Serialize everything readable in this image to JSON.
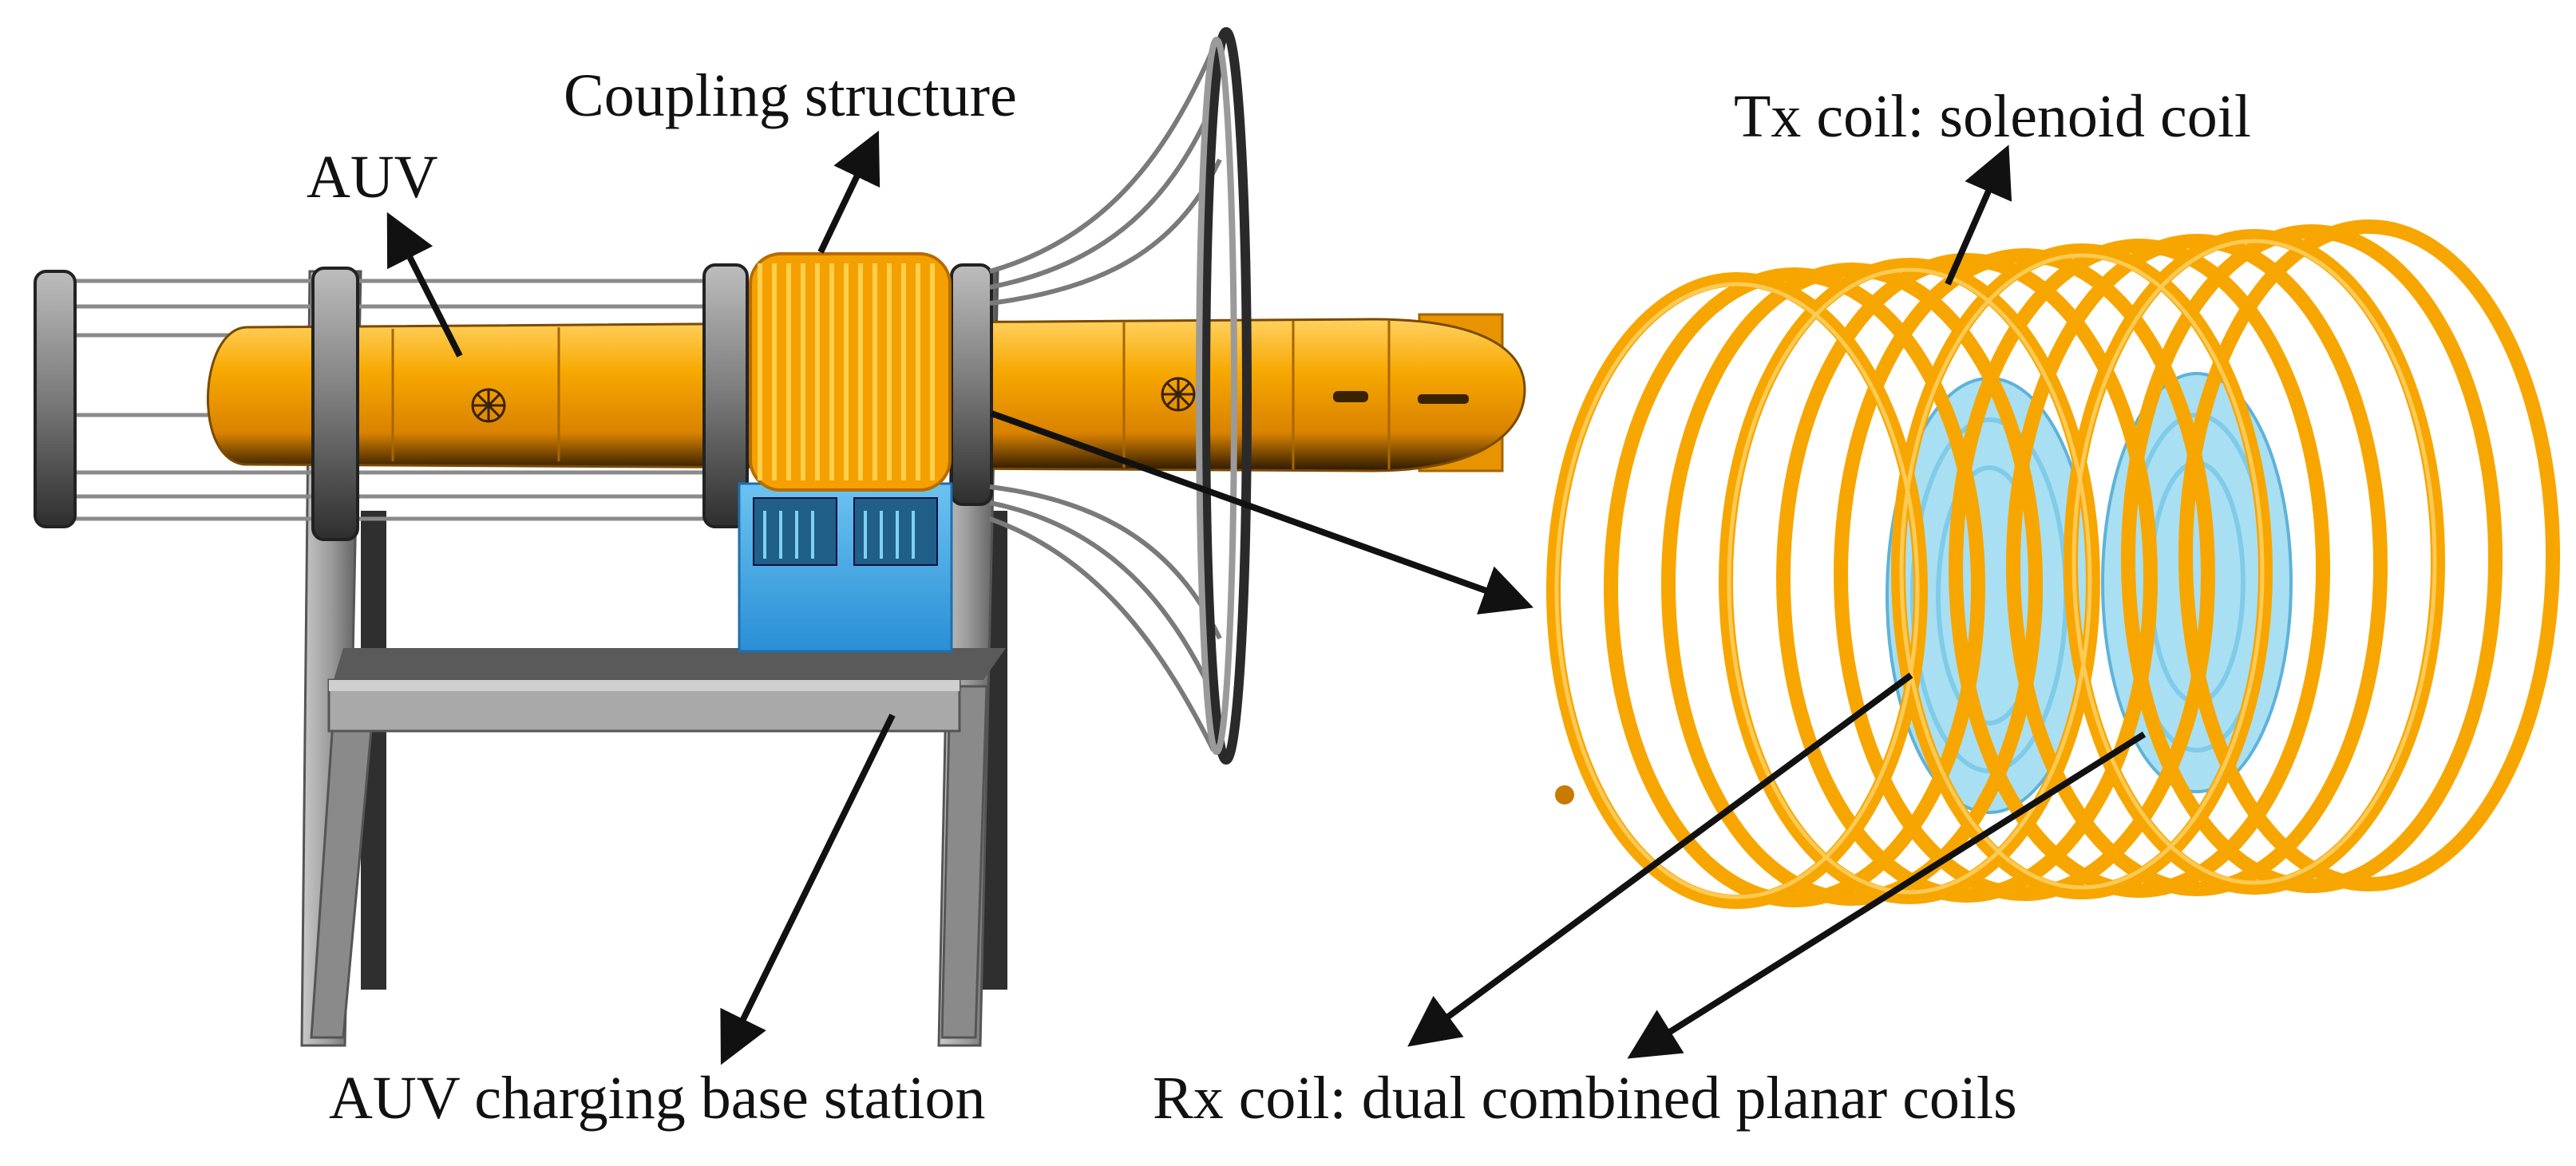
{
  "labels": {
    "coupling_structure": "Coupling structure",
    "auv": "AUV",
    "tx_coil": "Tx coil: solenoid  coil",
    "base_station": "AUV charging base station",
    "rx_coil": "Rx coil: dual combined planar coils"
  },
  "colors": {
    "auv_body": "#f5a000",
    "coil": "#f7a600",
    "frame": "#9a9a9a",
    "frame_dark": "#3a3a3a",
    "electronics_box": "#3a9ad9",
    "rx_coil": "#9fd8f0",
    "arrow": "#111111"
  },
  "icons": [
    "auv-propeller-icon",
    "arrow-icon"
  ]
}
